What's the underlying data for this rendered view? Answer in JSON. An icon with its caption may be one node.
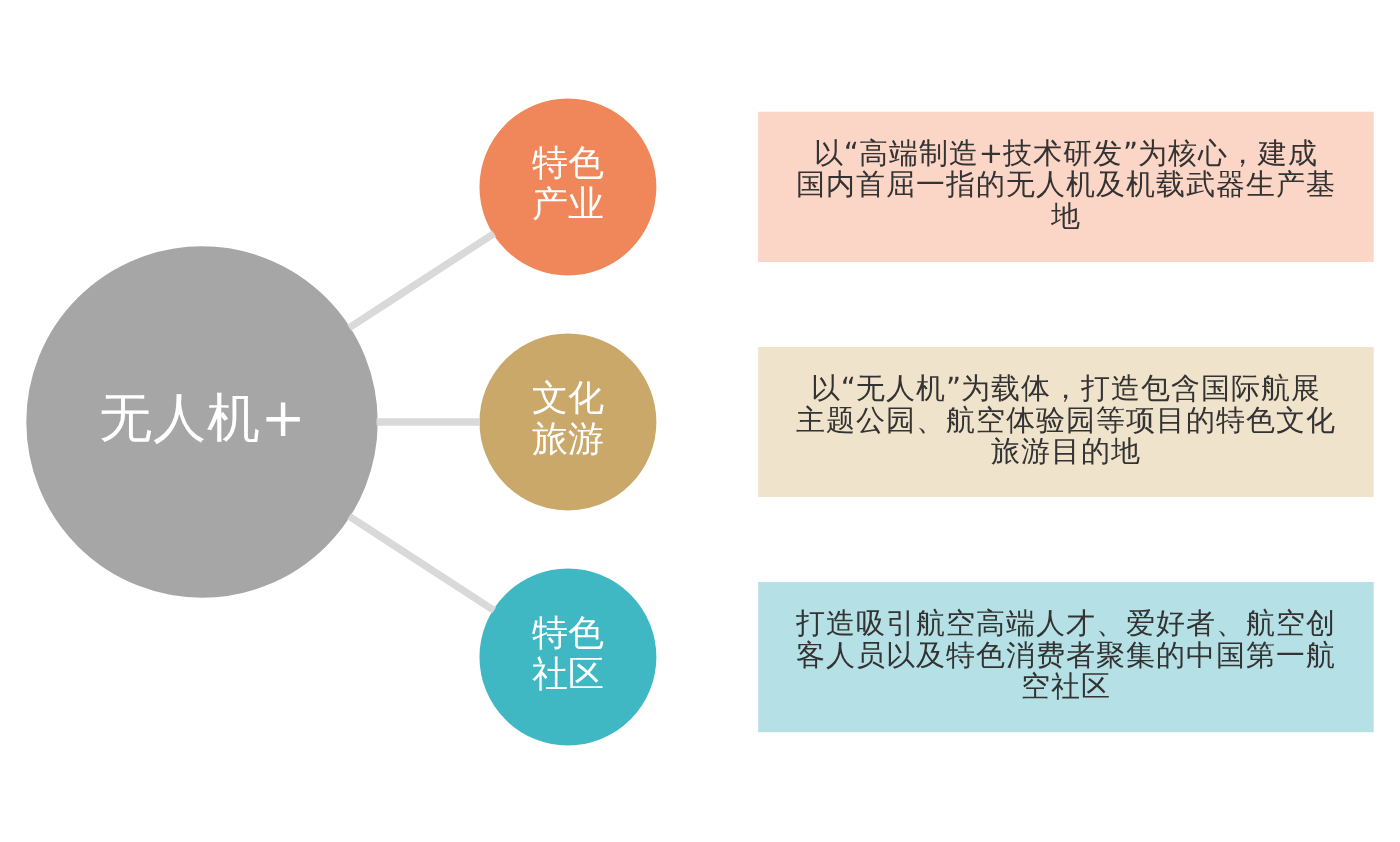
{
  "diagram": {
    "nodes": [
      {
        "text": [
          "无人机+"
        ]
      },
      {
        "text": [
          "特色产业"
        ]
      },
      {
        "text": [
          "以“高端制造+技术研发”为核心，建成国内首屈一指的无人机及机载武器生产基地"
        ]
      },
      {
        "text": [
          "文化旅游"
        ]
      },
      {
        "text": [
          "以“无人机”为载体，打造包含国际航展主题公园、航空体验园等项目的特色文化旅游目的地"
        ]
      },
      {
        "text": [
          "特色社区"
        ]
      },
      {
        "text": [
          "打造吸引航空高端人才、爱好者、航空创客人员以及特色消费者聚集的中国第一航空社区"
        ]
      }
    ],
    "edges": [
      {
        "from": 0,
        "to": 1,
        "arrow": "none"
      },
      {
        "from": 0,
        "to": 3,
        "arrow": "none"
      },
      {
        "from": 0,
        "to": 5,
        "arrow": "none"
      }
    ]
  }
}
